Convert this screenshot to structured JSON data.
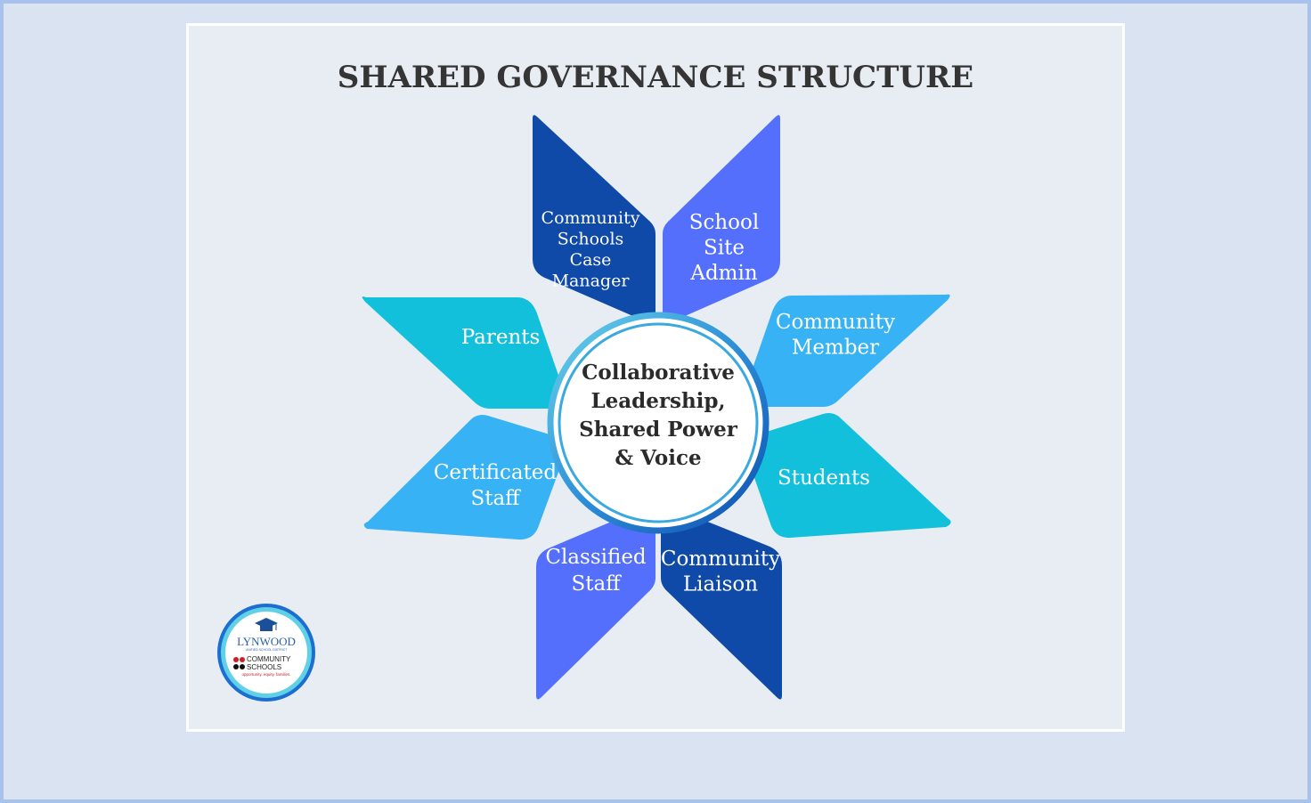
{
  "title": "SHARED GOVERNANCE STRUCTURE",
  "hub": {
    "lines": [
      "Collaborative",
      "Leadership,",
      "Shared Power",
      "& Voice"
    ]
  },
  "petals": [
    {
      "id": "case-manager",
      "lines": [
        "Community",
        "Schools",
        "Case",
        "Manager"
      ],
      "color": "#0f4aa8"
    },
    {
      "id": "site-admin",
      "lines": [
        "School",
        "Site",
        "Admin"
      ],
      "color": "#536ffc"
    },
    {
      "id": "community-member",
      "lines": [
        "Community",
        "Member"
      ],
      "color": "#37b2f5"
    },
    {
      "id": "students",
      "lines": [
        "Students"
      ],
      "color": "#13c0dc"
    },
    {
      "id": "community-liaison",
      "lines": [
        "Community",
        "Liaison"
      ],
      "color": "#0f4aa8"
    },
    {
      "id": "classified-staff",
      "lines": [
        "Classified",
        "Staff"
      ],
      "color": "#536ffc"
    },
    {
      "id": "certificated-staff",
      "lines": [
        "Certificated",
        "Staff"
      ],
      "color": "#37b2f5"
    },
    {
      "id": "parents",
      "lines": [
        "Parents"
      ],
      "color": "#13c0dc"
    }
  ],
  "logo": {
    "district": "LYNWOOD",
    "district_sub": "UNIFIED SCHOOL DISTRICT",
    "program_line1": "COMMUNITY",
    "program_line2": "SCHOOLS",
    "tagline": "opportunity. equity. families.",
    "icon": "graduation-cap-icon"
  },
  "colors": {
    "hub_ring": "#1a7fd1",
    "hub_ring_light": "#5fd0e6"
  }
}
